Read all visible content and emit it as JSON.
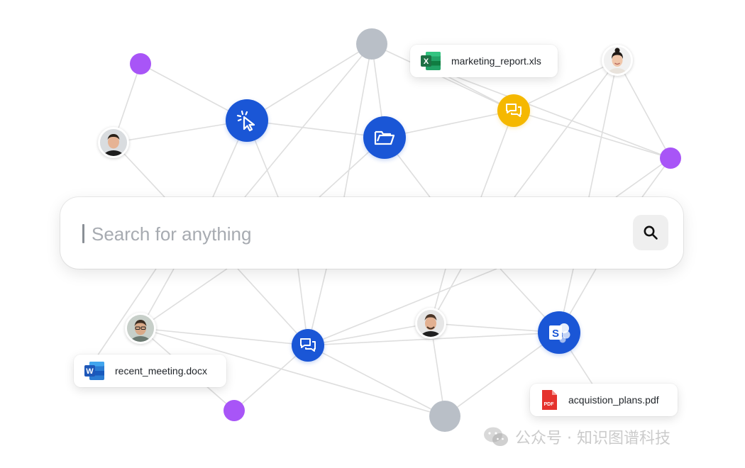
{
  "search": {
    "placeholder": "Search for anything",
    "button_icon": "search-icon"
  },
  "files": [
    {
      "name": "marketing_report.xls",
      "icon": "excel-icon",
      "color": "#1d7044"
    },
    {
      "name": "recent_meeting.docx",
      "icon": "word-icon",
      "color": "#1e57b8"
    },
    {
      "name": "acquistion_plans.pdf",
      "icon": "pdf-icon",
      "color": "#e5322d"
    }
  ],
  "watermark": "公众号 · 知识图谱科技",
  "colors": {
    "accent_blue": "#1a56d6",
    "accent_yellow": "#f5b800",
    "node_purple": "#a855f7",
    "node_gray": "#b9bfc7",
    "edge": "#dedede"
  },
  "nodes": [
    {
      "type": "cursor-icon"
    },
    {
      "type": "folder-icon"
    },
    {
      "type": "chat-icon"
    },
    {
      "type": "chat-icon"
    },
    {
      "type": "sharepoint-icon"
    }
  ]
}
